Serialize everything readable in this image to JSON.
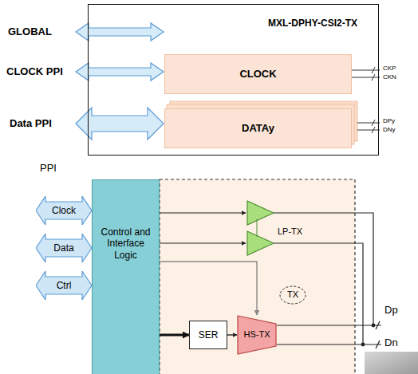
{
  "diagram": {
    "nodes": [
      {
        "text": [
          "MXL-DPHY-CSI2-TX"
        ]
      },
      {
        "text": [
          "CLOCK"
        ],
        "in": 0
      },
      {
        "text": [
          "DATAy"
        ],
        "in": 0
      },
      {
        "text": [
          "Clock"
        ]
      },
      {
        "text": [
          "Data"
        ]
      },
      {
        "text": [
          "Ctrl"
        ]
      },
      {
        "text": [
          "Control and Interface Logic"
        ]
      },
      {
        "text": [
          "LP-TX"
        ]
      },
      {
        "text": [
          "SER"
        ]
      },
      {
        "text": [
          "HS-TX"
        ]
      },
      {
        "text": [
          "TX"
        ]
      }
    ],
    "edges": [
      {
        "from": 6,
        "to": 7,
        "arrow": "to"
      },
      {
        "from": 6,
        "to": 7,
        "arrow": "to"
      },
      {
        "from": 6,
        "to": 9,
        "arrow": "to"
      },
      {
        "from": 6,
        "to": 8,
        "arrow": "to"
      },
      {
        "from": 8,
        "to": 9,
        "arrow": "to"
      }
    ],
    "labels": [
      "GLOBAL",
      "CLOCK PPI",
      "Data PPI",
      "CKP",
      "CKN",
      "DPy",
      "DNy",
      "PPI",
      "Dp",
      "Dn"
    ]
  }
}
